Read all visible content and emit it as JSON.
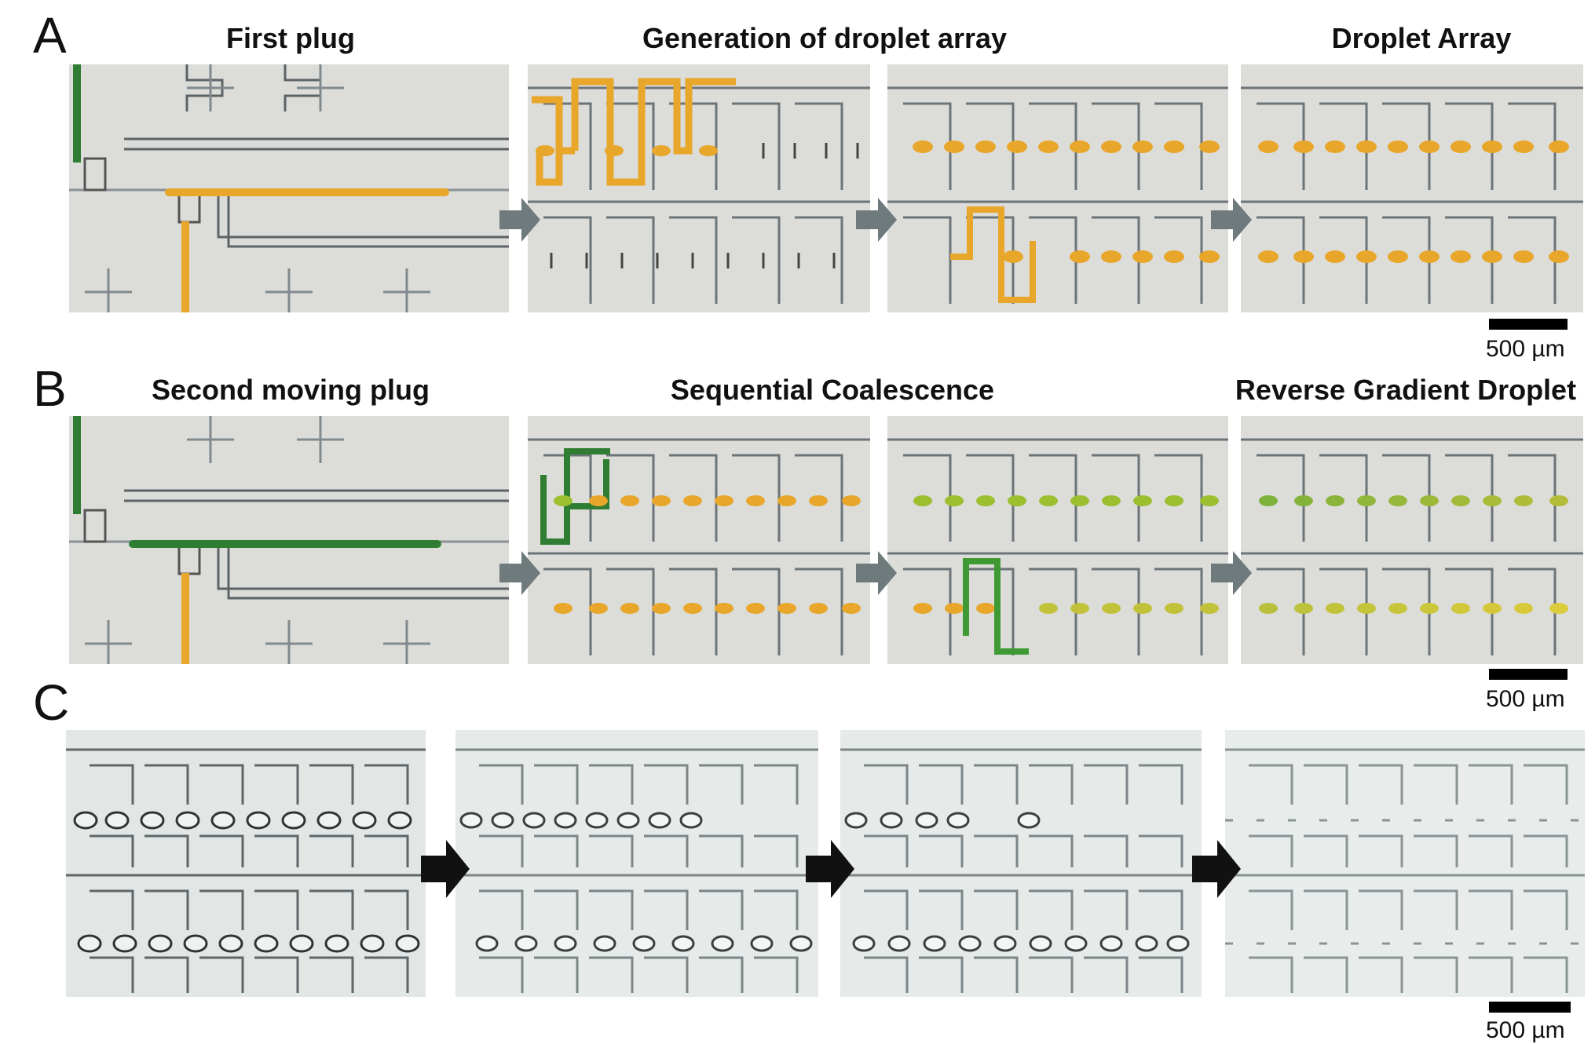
{
  "panels": {
    "A": {
      "letter": "A",
      "titles": [
        "First plug",
        "Generation of droplet array",
        "Droplet Array"
      ]
    },
    "B": {
      "letter": "B",
      "titles": [
        "Second moving plug",
        "Sequential Coalescence",
        "Reverse Gradient Droplet"
      ]
    },
    "C": {
      "letter": "C"
    }
  },
  "scale_bar": {
    "label": "500 µm"
  },
  "colors": {
    "yellow_plug": "#e8a62a",
    "green_plug": "#2f7d32",
    "lime_droplet": "#9bbf2e",
    "chip_background": "#dcdcd8",
    "arrow_grey": "#6f7a7c",
    "arrow_black": "#111111"
  }
}
